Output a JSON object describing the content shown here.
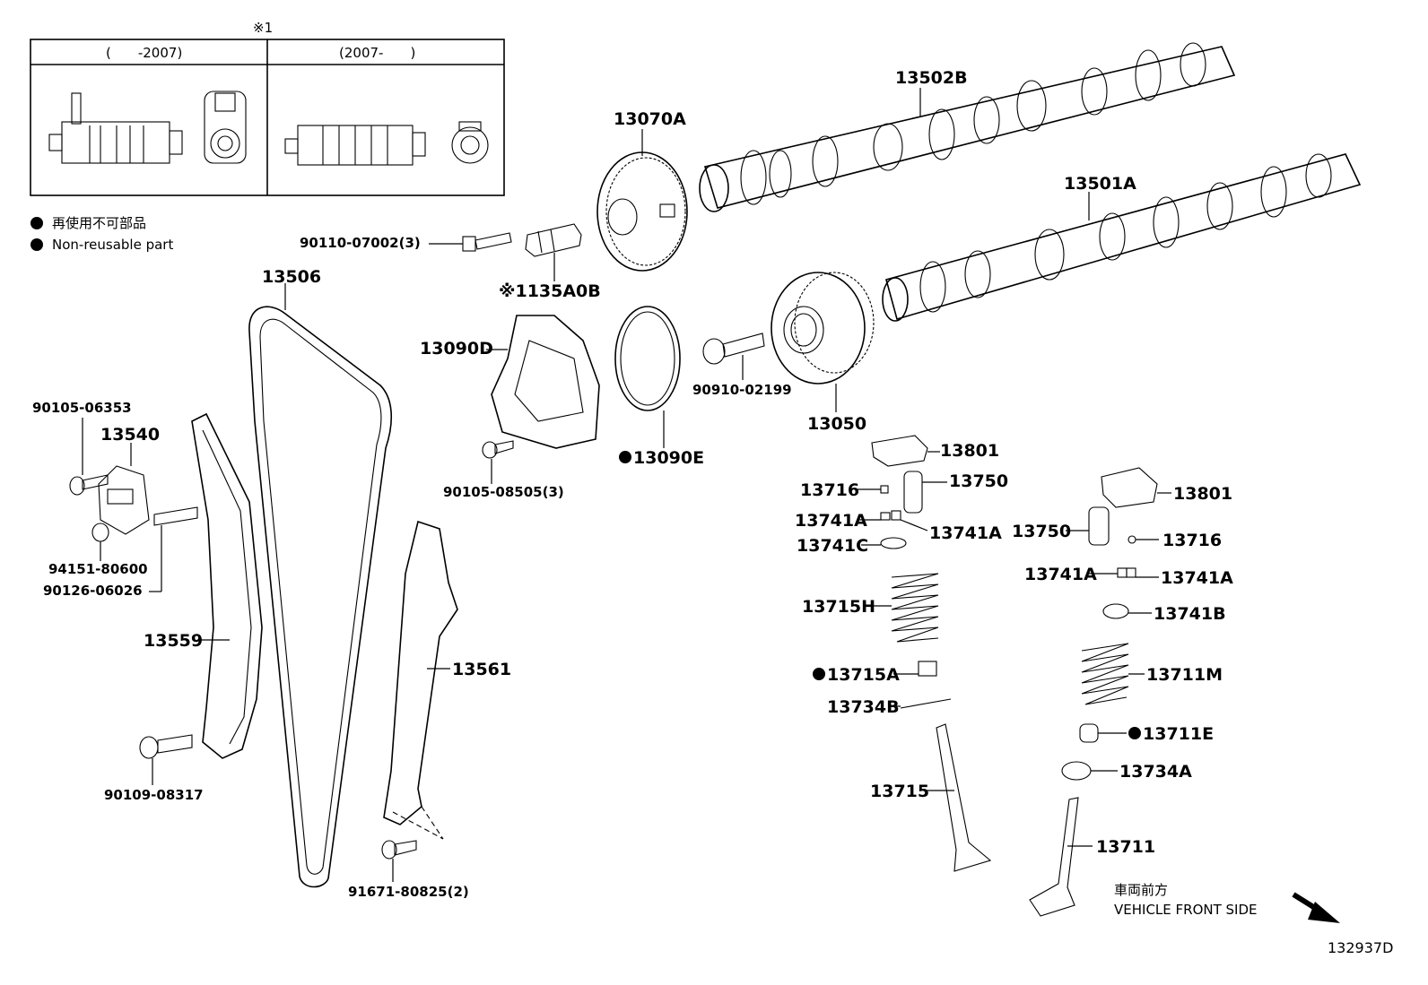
{
  "inset": {
    "marker": "※1",
    "col1_header": "(　　-2007)",
    "col2_header": "(2007-　　)"
  },
  "legend": {
    "line1": "再使用不可部品",
    "line2": "Non-reusable part"
  },
  "labels": {
    "p13502B": "13502B",
    "p13070A": "13070A",
    "p13501A": "13501A",
    "p90110": "90110-07002(3)",
    "p135A0B": "※1135A0B",
    "p13506": "13506",
    "p13090D": "13090D",
    "p90910": "90910-02199",
    "p13050": "13050",
    "p90105a": "90105-06353",
    "p13540": "13540",
    "p90105b": "90105-08505(3)",
    "p13090E": "13090E",
    "p13801a": "13801",
    "p13716a": "13716",
    "p13750a": "13750",
    "p13741Aa": "13741A",
    "p13741Ab": "13741A",
    "p13741C": "13741C",
    "p13801b": "13801",
    "p13750b": "13750",
    "p13716b": "13716",
    "p13741Ac": "13741A",
    "p13741Ad": "13741A",
    "p13741B": "13741B",
    "p94151": "94151-80600",
    "p90126": "90126-06026",
    "p13715H": "13715H",
    "p13559": "13559",
    "p13561": "13561",
    "p13715A": "13715A",
    "p13711M": "13711M",
    "p13734B": "13734B",
    "p13711E": "13711E",
    "p13734A": "13734A",
    "p90109": "90109-08317",
    "p13715": "13715",
    "p13711": "13711",
    "p91671": "91671-80825(2)"
  },
  "direction": {
    "jp": "車両前方",
    "en": "VEHICLE FRONT SIDE"
  },
  "figure_id": "132937D"
}
